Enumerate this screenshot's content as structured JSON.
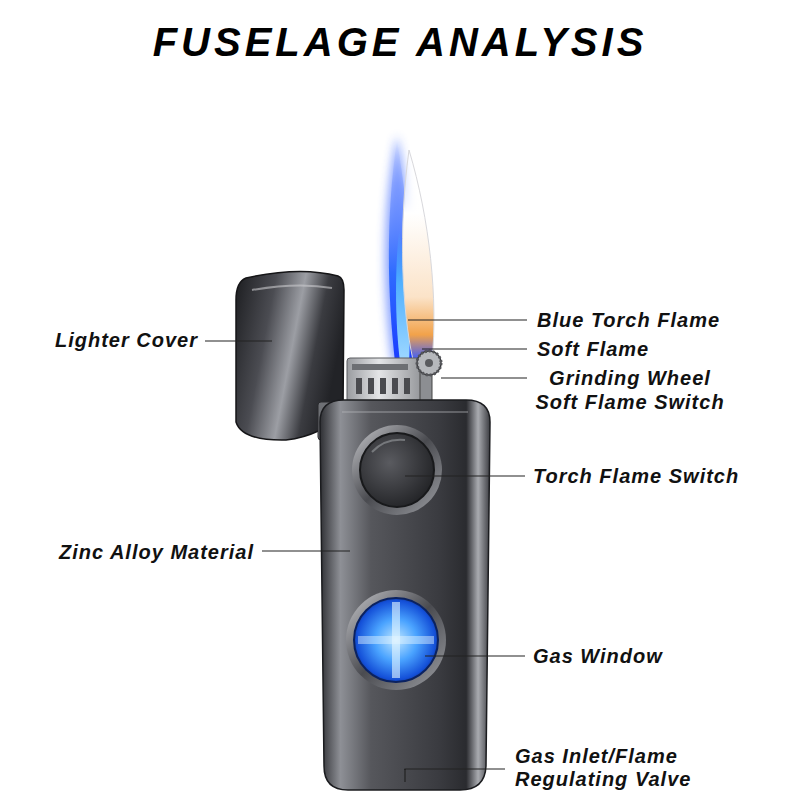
{
  "diagram": {
    "title": "FUSELAGE ANALYSIS",
    "labels": [
      "Blue Torch Flame",
      "Lighter Cover",
      "Soft Flame",
      "Grinding Wheel Soft Flame Switch",
      "Torch Flame Switch",
      "Zinc Alloy Material",
      "Gas Window",
      "Gas Inlet/Flame Regulating Valve"
    ]
  }
}
